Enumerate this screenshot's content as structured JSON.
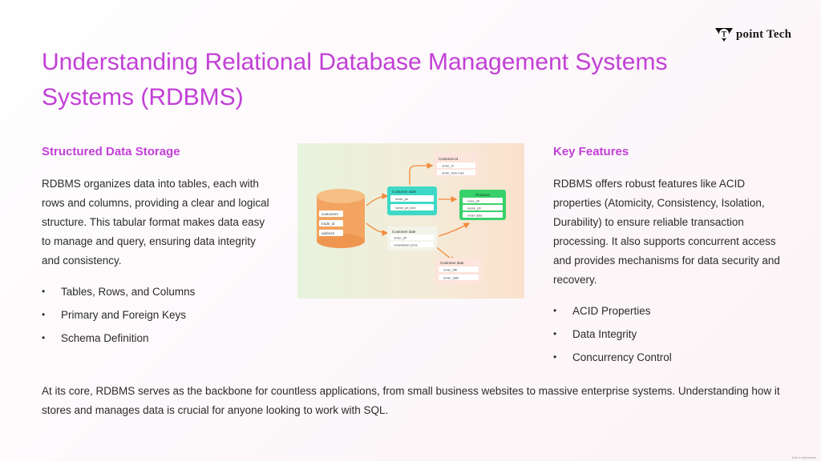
{
  "brand": {
    "name": "point Tech",
    "mark_letter": "T"
  },
  "title": "Understanding Relational Database Management Systems Systems (RDBMS)",
  "left": {
    "heading": "Structured Data Storage",
    "paragraph": "RDBMS organizes data into tables, each with rows and columns, providing a clear and logical structure. This tabular format makes data easy to manage and query, ensuring data integrity and consistency.",
    "bullets": [
      "Tables, Rows, and Columns",
      "Primary and Foreign Keys",
      "Schema Definition"
    ]
  },
  "right": {
    "heading": "Key Features",
    "paragraph": "RDBMS offers robust features like ACID properties (Atomicity, Consistency, Isolation, Durability) to ensure reliable transaction processing. It also supports concurrent access and provides mechanisms for data security and recovery.",
    "bullets": [
      "ACID Properties",
      "Data Integrity",
      "Concurrency Control"
    ]
  },
  "diagram": {
    "database_rows": [
      "customers",
      "trade_id",
      "address"
    ],
    "tables": {
      "customer_id": {
        "title": "Customer.id",
        "rows": [
          "order_id",
          "order_helo mes"
        ]
      },
      "customer_table": {
        "title": "Customer table",
        "rows": [
          "order_pk",
          "name_pfi_tore"
        ]
      },
      "products": {
        "title": "Products",
        "rows": [
          "cose_pfi",
          "name_pfi",
          "order data"
        ]
      },
      "customer_date": {
        "title": "Customer date",
        "rows": [
          "order_pfi",
          "roducitader price"
        ]
      },
      "customer_date_2": {
        "title": "Customer date",
        "rows": [
          "order_bffi",
          "order_date"
        ]
      }
    }
  },
  "footer": "At its core, RDBMS serves as the backbone for countless applications, from small business websites to massive enterprise systems. Understanding how it stores and manages data is crucial for anyone looking to work with SQL.",
  "watermark": "Add a watermark",
  "colors": {
    "accent": "#c240d6",
    "diagram_db": "#f2a460",
    "diagram_teal": "#3ed9c6",
    "diagram_green": "#38d16a",
    "diagram_arrow": "#f28a3c"
  }
}
